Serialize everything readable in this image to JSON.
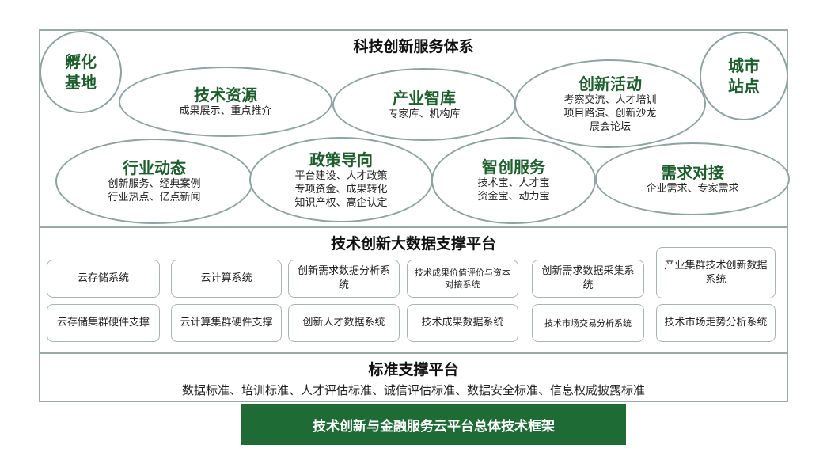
{
  "service_system": {
    "title": "科技创新服务体系",
    "circles": [
      {
        "title": "孵化\n基地"
      },
      {
        "title": "城市\n站点"
      }
    ],
    "ellipses": [
      {
        "title": "技术资源",
        "sub": "成果展示、重点推介"
      },
      {
        "title": "产业智库",
        "sub": "专家库、机构库"
      },
      {
        "title": "创新活动",
        "sub": "考察交流、人才培训\n项目路演、创新沙龙\n展会论坛"
      },
      {
        "title": "行业动态",
        "sub": "创新服务、经典案例\n行业热点、亿点新闻"
      },
      {
        "title": "政策导向",
        "sub": "平台建设、人才政策\n专项资金、成果转化\n知识产权、高企认定"
      },
      {
        "title": "智创服务",
        "sub": "技术宝、人才宝\n资金宝、动力宝"
      },
      {
        "title": "需求对接",
        "sub": "企业需求、专家需求"
      }
    ]
  },
  "big_data": {
    "title": "技术创新大数据支撑平台",
    "row1": [
      "云存储系统",
      "云计算系统",
      "创新需求数据分析系统",
      "技术成果价值评价与资本对接系统",
      "创新需求数据采集系统",
      "产业集群技术创新数据系统"
    ],
    "row2": [
      "云存储集群硬件支撑",
      "云计算集群硬件支撑",
      "创新人才数据系统",
      "技术成果数据系统",
      "技术市场交易分析系统",
      "技术市场走势分析系统"
    ]
  },
  "standard": {
    "title": "标准支撑平台",
    "items": "数据标准、培训标准、人才评估标准、诚信评估标准、数据安全标准、信息权威披露标准"
  },
  "banner": "技术创新与金融服务云平台总体技术框架"
}
